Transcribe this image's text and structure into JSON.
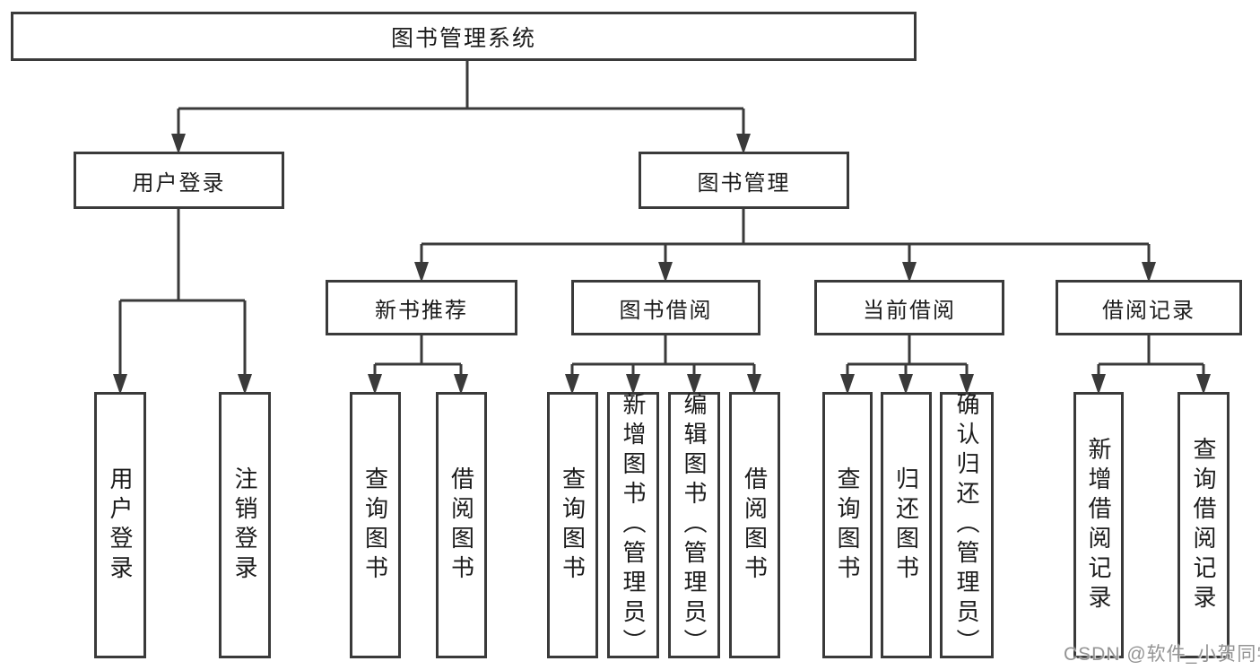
{
  "colors": {
    "line": "#3a3a3a",
    "box_border": "#3a3a3a",
    "box_fill": "#ffffff",
    "text": "#1c1c1c",
    "watermark": "#949494",
    "background": "#ffffff"
  },
  "tree": {
    "root": {
      "label": "图书管理系统"
    },
    "branches": [
      {
        "label": "用户登录",
        "children": [
          {
            "label": "用户登录"
          },
          {
            "label": "注销登录"
          }
        ]
      },
      {
        "label": "图书管理",
        "sections": [
          {
            "label": "新书推荐",
            "children": [
              {
                "label": "查询图书"
              },
              {
                "label": "借阅图书"
              }
            ]
          },
          {
            "label": "图书借阅",
            "children": [
              {
                "label": "查询图书"
              },
              {
                "label": "新增图书（管理员）"
              },
              {
                "label": "编辑图书（管理员）"
              },
              {
                "label": "借阅图书"
              }
            ]
          },
          {
            "label": "当前借阅",
            "children": [
              {
                "label": "查询图书"
              },
              {
                "label": "归还图书"
              },
              {
                "label": "确认归还（管理员）"
              }
            ]
          },
          {
            "label": "借阅记录",
            "children": [
              {
                "label": "新增借阅记录"
              },
              {
                "label": "查询借阅记录"
              }
            ]
          }
        ]
      }
    ]
  },
  "watermark": {
    "text": "CSDN @软件_小贺同学"
  }
}
